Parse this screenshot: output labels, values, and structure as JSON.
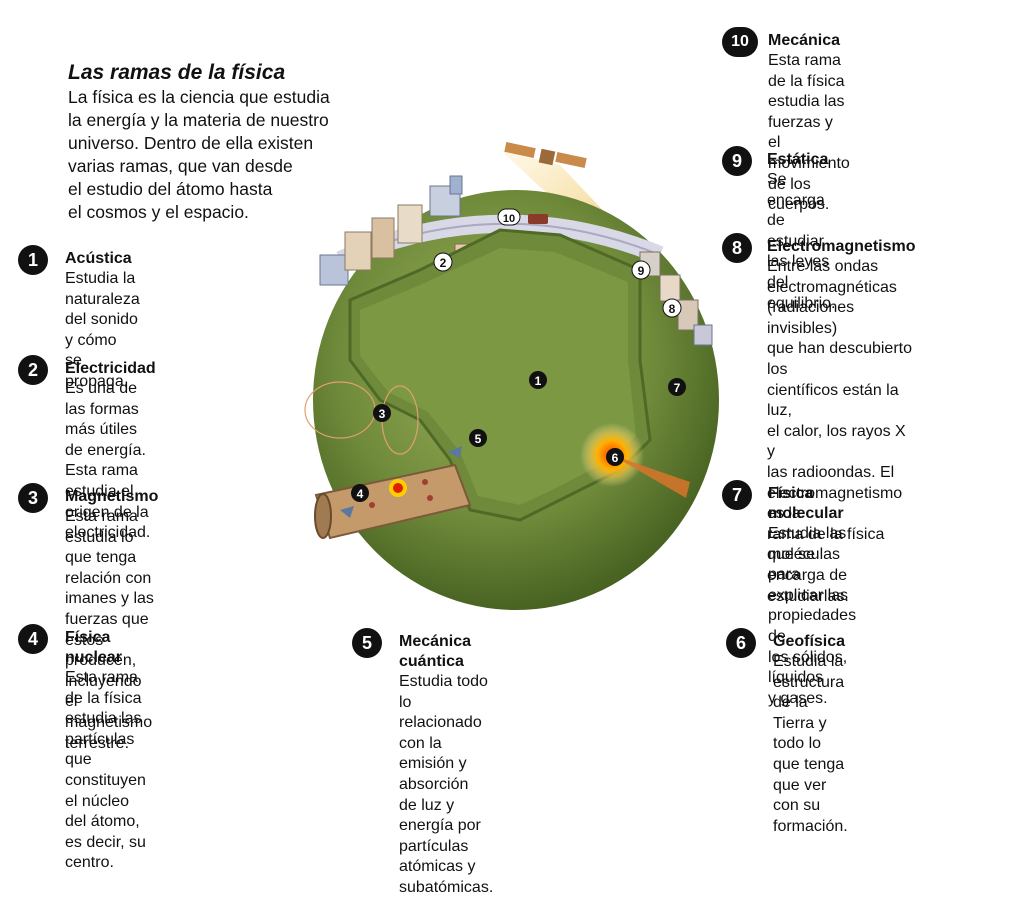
{
  "intro": {
    "title": "Las ramas de la física",
    "text": "La física es la ciencia que estudia\nla energía y la materia de nuestro\nuniverso. Dentro de ella existen\nvarias ramas, que van desde\nel estudio del átomo hasta\nel cosmos y el espacio."
  },
  "branches": [
    {
      "num": "1",
      "title": "Acústica",
      "desc": "Estudia la naturaleza\ndel sonido y cómo\nse propaga."
    },
    {
      "num": "2",
      "title": "Electricidad",
      "desc": "Es una de las formas\nmás útiles de energía.\nEsta rama estudia el\norigen de la electricidad."
    },
    {
      "num": "3",
      "title": "Magnetismo",
      "desc": "Esta rama estudia lo\nque tenga relación con\nimanes y las fuerzas que\nestos producen, incluyendo\nel magnetismo terrestre."
    },
    {
      "num": "4",
      "title": "Física nuclear",
      "desc": "Esta rama de la física\nestudia las partículas\nque constituyen el núcleo\ndel átomo, es decir, su centro."
    },
    {
      "num": "5",
      "title": "Mecánica cuántica",
      "desc": "Estudia todo lo relacionado\ncon la emisión y absorción\nde luz y energía por partículas\natómicas y subatómicas."
    },
    {
      "num": "6",
      "title": "Geofísica",
      "desc": "Estudia la estructura\nde la Tierra y todo lo\nque tenga que ver\ncon su formación."
    },
    {
      "num": "7",
      "title": "Física molecular",
      "desc": "Estudia las moléculas\npara explicar las\npropiedades de\nlos sólidos, líquidos\ny gases."
    },
    {
      "num": "8",
      "title": "Electromagnetismo",
      "desc": "Entre las ondas\nelectromagnéticas\n(radiaciones invisibles)\nque han descubierto los\ncientíficos están la luz,\nel calor, los rayos X y\nlas radioondas. El\nelectromagnetismo es la\nrama de la física que se\nencarga de estudiarlas."
    },
    {
      "num": "9",
      "title": "Estática",
      "desc": "Se encarga de estudiar\nlas leyes del equilibrio."
    },
    {
      "num": "10",
      "title": "Mecánica",
      "desc": "Esta rama de la física\nestudia las fuerzas y\nel movimiento de los\ncuerpos."
    }
  ],
  "colors": {
    "earth": "#6f8a3a",
    "earth_light": "#93ad55",
    "earth_dark": "#3f5a1c",
    "tunnel": "#c59a6a",
    "badge": "#111111"
  }
}
